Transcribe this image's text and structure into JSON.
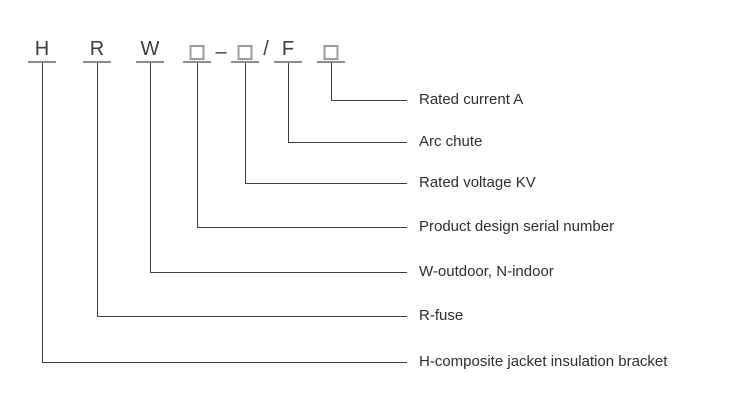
{
  "model_code": {
    "segments": [
      {
        "type": "letter",
        "char": "H"
      },
      {
        "type": "letter",
        "char": "R"
      },
      {
        "type": "letter",
        "char": "W"
      },
      {
        "type": "box"
      },
      {
        "type": "letter",
        "char": "–"
      },
      {
        "type": "box"
      },
      {
        "type": "letter",
        "char": "/"
      },
      {
        "type": "letter",
        "char": "F"
      },
      {
        "type": "box"
      }
    ]
  },
  "legend": [
    {
      "label": "Rated current A"
    },
    {
      "label": "Arc chute"
    },
    {
      "label": "Rated voltage KV"
    },
    {
      "label": "Product design serial number"
    },
    {
      "label": "W-outdoor, N-indoor"
    },
    {
      "label": "R-fuse"
    },
    {
      "label": "H-composite jacket insulation bracket"
    }
  ],
  "colors": {
    "line": "#3f3f3f",
    "underline_gray": "#8c8c8c",
    "box_border": "#9c9c9c",
    "text": "#2e2e2e",
    "background": "#ffffff"
  }
}
